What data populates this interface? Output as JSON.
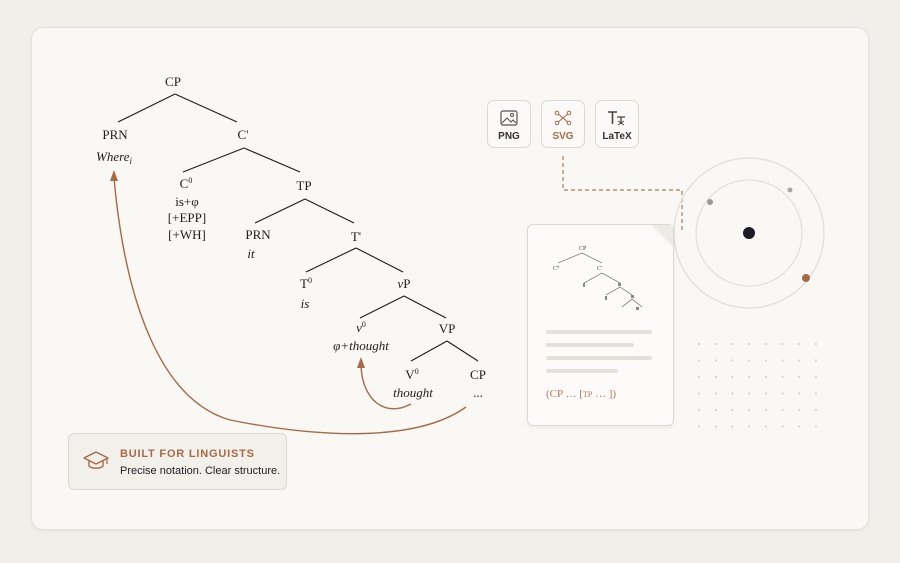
{
  "tree": {
    "cp": "CP",
    "prn_top": "PRN",
    "where": "Where",
    "where_sub": "i",
    "c_bar": "C'",
    "c0": "C",
    "c0_sup": "0",
    "c0_feat1": "is+φ",
    "c0_feat2": "[+EPP]",
    "c0_feat3": "[+WH]",
    "tp": "TP",
    "prn_mid": "PRN",
    "it": "it",
    "t_bar": "T'",
    "t0": "T",
    "t0_sup": "0",
    "is": "is",
    "vp_little": "vP",
    "v0": "v",
    "v0_sup": "0",
    "v0_feat": "φ+thought",
    "vp": "VP",
    "V0": "V",
    "V0_sup": "0",
    "thought": "thought",
    "cp_low": "CP",
    "ellipsis": "..."
  },
  "formats": [
    {
      "label": "PNG",
      "icon": "image-icon"
    },
    {
      "label": "SVG",
      "icon": "vector-nodes-icon"
    },
    {
      "label": "LaTeX",
      "icon": "tex-icon"
    }
  ],
  "active_format": "SVG",
  "preview": {
    "cp": "CP",
    "c0": "C⁰",
    "cbar": "C'",
    "formula": "(CP … [TP … ])",
    "formula_main": "(CP … [",
    "formula_small": "TP",
    "formula_end": " … ])"
  },
  "badge": {
    "title": "BUILT FOR LINGUISTS",
    "subtitle": "Precise notation. Clear structure."
  },
  "colors": {
    "accent": "#a86a45",
    "ink": "#1d1d1d",
    "card": "#f9f8f5"
  }
}
